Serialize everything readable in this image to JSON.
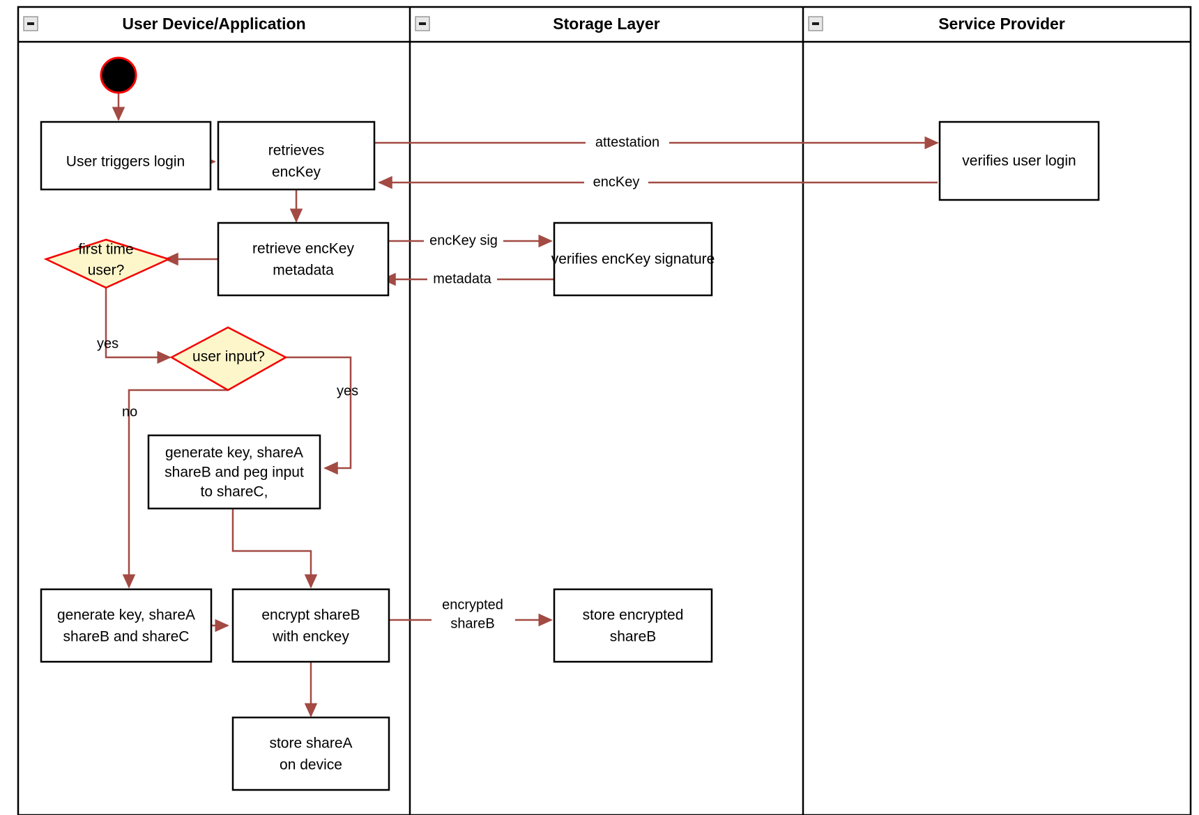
{
  "diagram": {
    "type": "activity-diagram-swimlane",
    "title": "Login and key share generation flow",
    "colors": {
      "lane_border": "#000000",
      "node_border": "#000000",
      "node_fill": "#ffffff",
      "decision_border": "#f50000",
      "decision_fill": "#fdf6ca",
      "flow_arrow": "#a24a43",
      "start_node_fill": "#000000",
      "start_node_border": "#ff0000",
      "page_background": "#ffffff"
    },
    "lanes": [
      {
        "id": "lane-user-device",
        "label": "User Device/Application",
        "collapse_icon": "minus-icon"
      },
      {
        "id": "lane-storage",
        "label": "Storage Layer",
        "collapse_icon": "minus-icon"
      },
      {
        "id": "lane-service-provider",
        "label": "Service Provider",
        "collapse_icon": "minus-icon"
      }
    ],
    "nodes": [
      {
        "id": "start",
        "shape": "initial-node",
        "lane": "lane-user-device",
        "label": ""
      },
      {
        "id": "n-user-triggers-login",
        "shape": "rect",
        "lane": "lane-user-device",
        "lines": [
          "User triggers login"
        ]
      },
      {
        "id": "n-retrieves-enckey",
        "shape": "rect",
        "lane": "lane-user-device",
        "lines": [
          "retrieves",
          "encKey"
        ]
      },
      {
        "id": "n-retrieve-enckey-metadata",
        "shape": "rect",
        "lane": "lane-user-device",
        "lines": [
          "retrieve encKey",
          "metadata"
        ]
      },
      {
        "id": "d-first-time-user",
        "shape": "diamond",
        "lane": "lane-user-device",
        "lines": [
          "first time",
          "user?"
        ]
      },
      {
        "id": "d-user-input",
        "shape": "diamond",
        "lane": "lane-user-device",
        "lines": [
          "user input?"
        ]
      },
      {
        "id": "n-generate-peg",
        "shape": "rect",
        "lane": "lane-user-device",
        "lines": [
          "generate key, shareA",
          "shareB and peg input",
          "to shareC,"
        ]
      },
      {
        "id": "n-generate-shares",
        "shape": "rect",
        "lane": "lane-user-device",
        "lines": [
          "generate key, shareA",
          "shareB and shareC"
        ]
      },
      {
        "id": "n-encrypt-shareb",
        "shape": "rect",
        "lane": "lane-user-device",
        "lines": [
          "encrypt shareB",
          "with enckey"
        ]
      },
      {
        "id": "n-store-sharea",
        "shape": "rect",
        "lane": "lane-user-device",
        "lines": [
          "store shareA",
          "on device"
        ]
      },
      {
        "id": "n-verifies-signature",
        "shape": "rect",
        "lane": "lane-storage",
        "lines": [
          "verifies encKey signature"
        ]
      },
      {
        "id": "n-store-encrypted-shareb",
        "shape": "rect",
        "lane": "lane-storage",
        "lines": [
          "store encrypted",
          "shareB"
        ]
      },
      {
        "id": "n-verifies-user-login",
        "shape": "rect",
        "lane": "lane-service-provider",
        "lines": [
          "verifies user login"
        ]
      }
    ],
    "edges": [
      {
        "id": "e-start-to-login",
        "from": "start",
        "to": "n-user-triggers-login",
        "label": ""
      },
      {
        "id": "e-login-to-retrieves",
        "from": "n-user-triggers-login",
        "to": "n-retrieves-enckey",
        "label": ""
      },
      {
        "id": "e-attestation",
        "from": "n-retrieves-enckey",
        "to": "n-verifies-user-login",
        "label": "attestation"
      },
      {
        "id": "e-enckey",
        "from": "n-verifies-user-login",
        "to": "n-retrieves-enckey",
        "label": "encKey"
      },
      {
        "id": "e-retrieves-to-metadata",
        "from": "n-retrieves-enckey",
        "to": "n-retrieve-enckey-metadata",
        "label": ""
      },
      {
        "id": "e-enckey-sig",
        "from": "n-retrieve-enckey-metadata",
        "to": "n-verifies-signature",
        "label": "encKey sig"
      },
      {
        "id": "e-metadata",
        "from": "n-verifies-signature",
        "to": "n-retrieve-enckey-metadata",
        "label": "metadata"
      },
      {
        "id": "e-metadata-to-firsttime",
        "from": "n-retrieve-enckey-metadata",
        "to": "d-first-time-user",
        "label": ""
      },
      {
        "id": "e-firsttime-yes",
        "from": "d-first-time-user",
        "to": "d-user-input",
        "label": "yes"
      },
      {
        "id": "e-userinput-yes",
        "from": "d-user-input",
        "to": "n-generate-peg",
        "label": "yes"
      },
      {
        "id": "e-userinput-no",
        "from": "d-user-input",
        "to": "n-generate-shares",
        "label": "no"
      },
      {
        "id": "e-peg-to-encrypt",
        "from": "n-generate-peg",
        "to": "n-encrypt-shareb",
        "label": ""
      },
      {
        "id": "e-shares-to-encrypt",
        "from": "n-generate-shares",
        "to": "n-encrypt-shareb",
        "label": ""
      },
      {
        "id": "e-encrypted-shareb",
        "from": "n-encrypt-shareb",
        "to": "n-store-encrypted-shareb",
        "label": "encrypted shareB",
        "label_lines": [
          "encrypted",
          "shareB"
        ]
      },
      {
        "id": "e-encrypt-to-store-sharea",
        "from": "n-encrypt-shareb",
        "to": "n-store-sharea",
        "label": ""
      }
    ]
  }
}
